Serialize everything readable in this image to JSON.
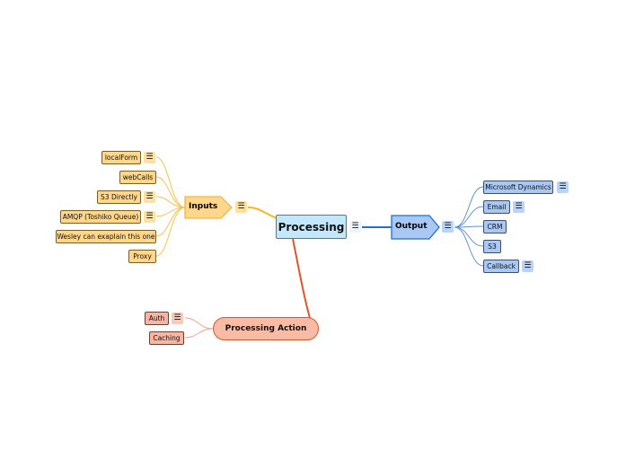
{
  "map": {
    "root": {
      "label": "Processing",
      "border": "#3a7fb8",
      "fill": "#c4e8fb"
    },
    "inputs": {
      "label": "Inputs",
      "color": "#f6b81c",
      "children": [
        {
          "label": "localForm"
        },
        {
          "label": "webCalls"
        },
        {
          "label": "S3 Directly"
        },
        {
          "label": "AMQP (Toshiko Queue)"
        },
        {
          "label": "Wesley can exaplain this one"
        },
        {
          "label": "Proxy"
        }
      ]
    },
    "output": {
      "label": "Output",
      "color": "#1f6fd8",
      "children": [
        {
          "label": "Microsoft Dynamics"
        },
        {
          "label": "Email"
        },
        {
          "label": "CRM"
        },
        {
          "label": "S3"
        },
        {
          "label": "Callback"
        }
      ]
    },
    "action": {
      "label": "Processing Action",
      "color": "#e0562a",
      "children": [
        {
          "label": "Auth"
        },
        {
          "label": "Caching"
        }
      ]
    },
    "note_icon": "notes-icon",
    "note_glyph": "☰"
  }
}
